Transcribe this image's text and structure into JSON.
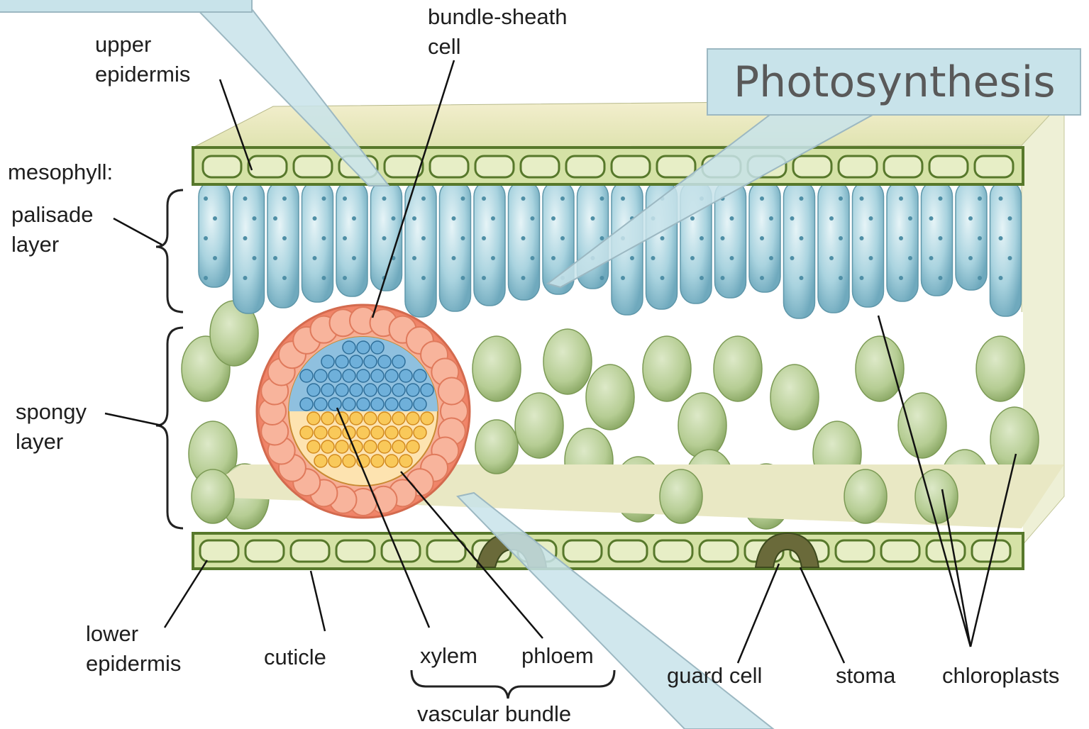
{
  "labels": {
    "bundle_sheath": "bundle-sheath",
    "cell": "cell",
    "upper": "upper",
    "epidermis_upper": "epidermis",
    "mesophyll": "mesophyll:",
    "palisade": "palisade",
    "layer_palisade": "layer",
    "spongy": "spongy",
    "layer_spongy": "layer",
    "lower": "lower",
    "epidermis_lower": "epidermis",
    "cuticle": "cuticle",
    "xylem": "xylem",
    "phloem": "phloem",
    "vascular_bundle": "vascular bundle",
    "guard_cell": "guard cell",
    "stoma": "stoma",
    "chloroplasts": "chloroplasts"
  },
  "callouts": {
    "photosynthesis": "Photosynthesis"
  },
  "colors": {
    "palisade": "#a9d3df",
    "spongy": "#b6cd94",
    "epidermis": "#cfdc9c",
    "epidermis_outline": "#57782b",
    "bundle_sheath": "#f59a80",
    "xylem": "#5fa3cf",
    "phloem": "#f6c14a",
    "callout_fill": "#c8e3ea",
    "callout_border": "#9cb8c2"
  }
}
